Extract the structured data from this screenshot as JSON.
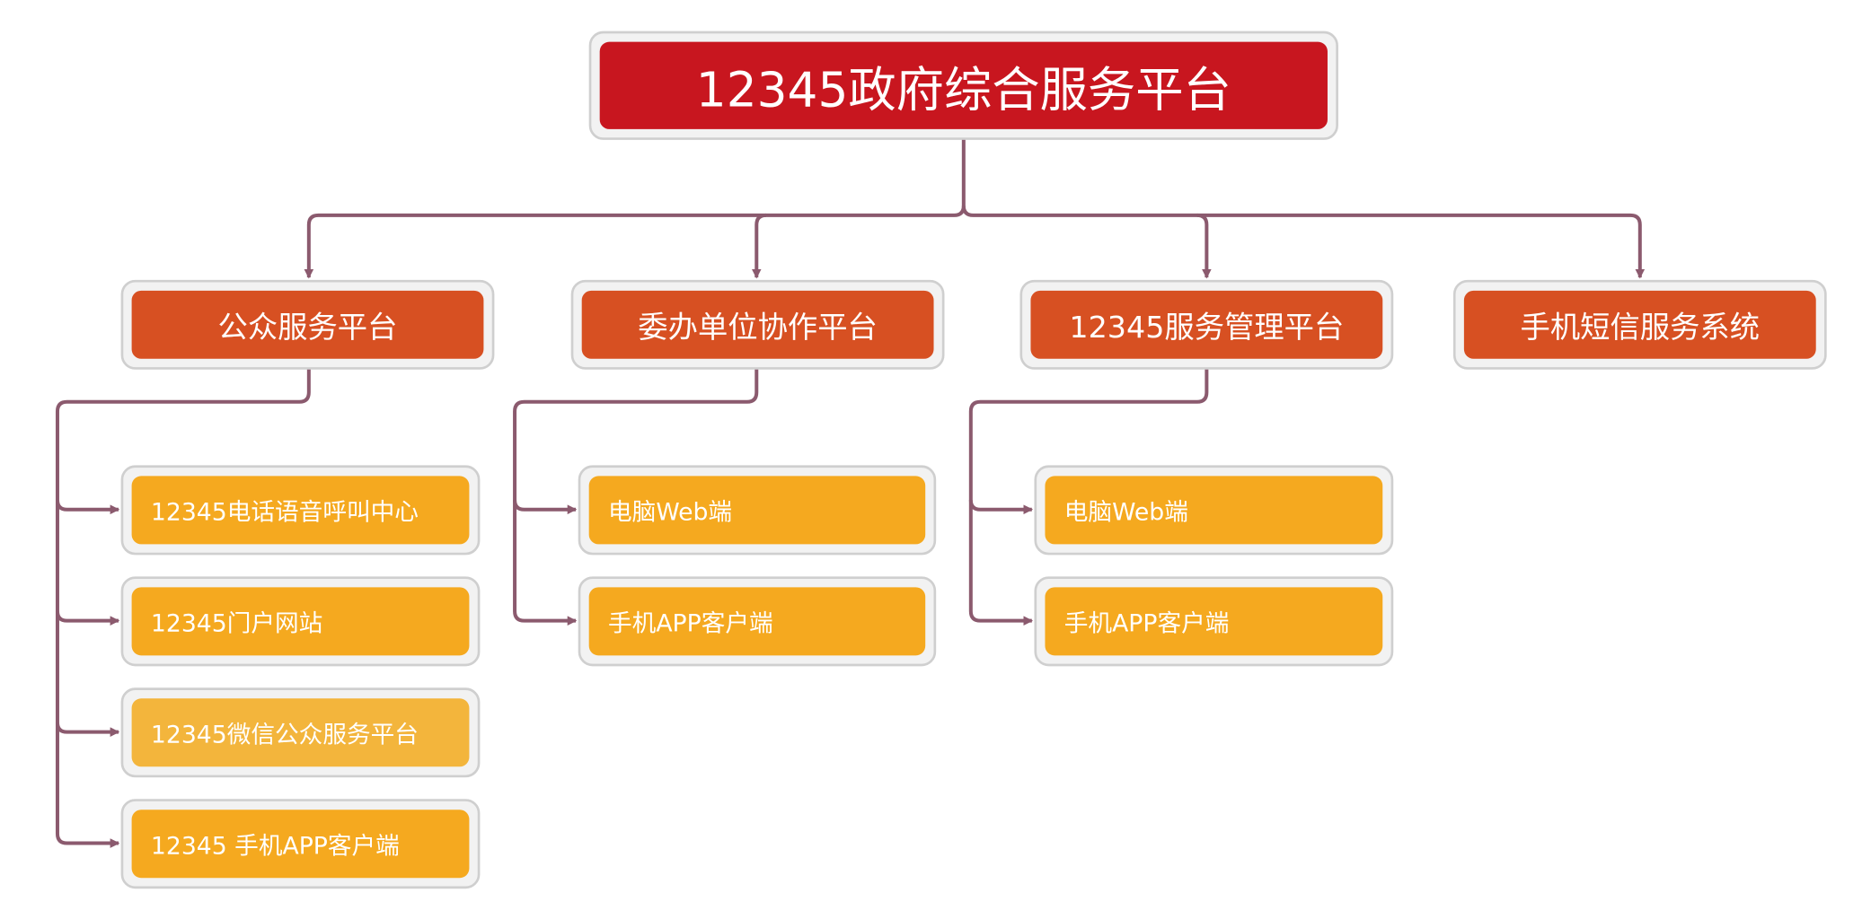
{
  "root": {
    "label": "12345政府综合服务平台"
  },
  "branches": [
    {
      "label": "公众服务平台",
      "children": [
        "12345电话语音呼叫中心",
        "12345门户网站",
        "12345微信公众服务平台",
        "12345 手机APP客户端"
      ]
    },
    {
      "label": "委办单位协作平台",
      "children": [
        "电脑Web端",
        "手机APP客户端"
      ]
    },
    {
      "label": "12345服务管理平台",
      "children": [
        "电脑Web端",
        "手机APP客户端"
      ]
    },
    {
      "label": "手机短信服务系统",
      "children": []
    }
  ],
  "colors": {
    "root": "#c8161f",
    "branch": "#d75022",
    "leaf": "#f5a91f",
    "connector": "#8b5a6e"
  }
}
